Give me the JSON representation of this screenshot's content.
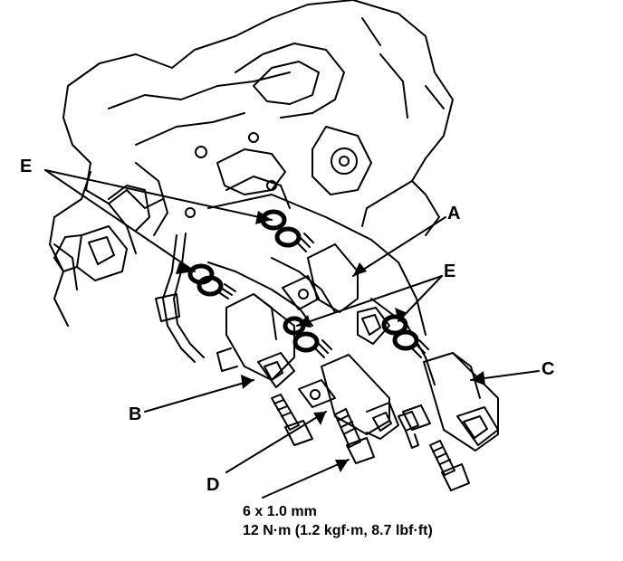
{
  "callouts": {
    "e_left": "E",
    "a": "A",
    "e_right": "E",
    "c": "C",
    "b": "B",
    "d": "D"
  },
  "spec": {
    "bolt_size": "6 x 1.0 mm",
    "torque": "12 N·m (1.2 kgf·m, 8.7 lbf·ft)"
  },
  "colors": {
    "ink": "#000000",
    "paper": "#ffffff"
  }
}
